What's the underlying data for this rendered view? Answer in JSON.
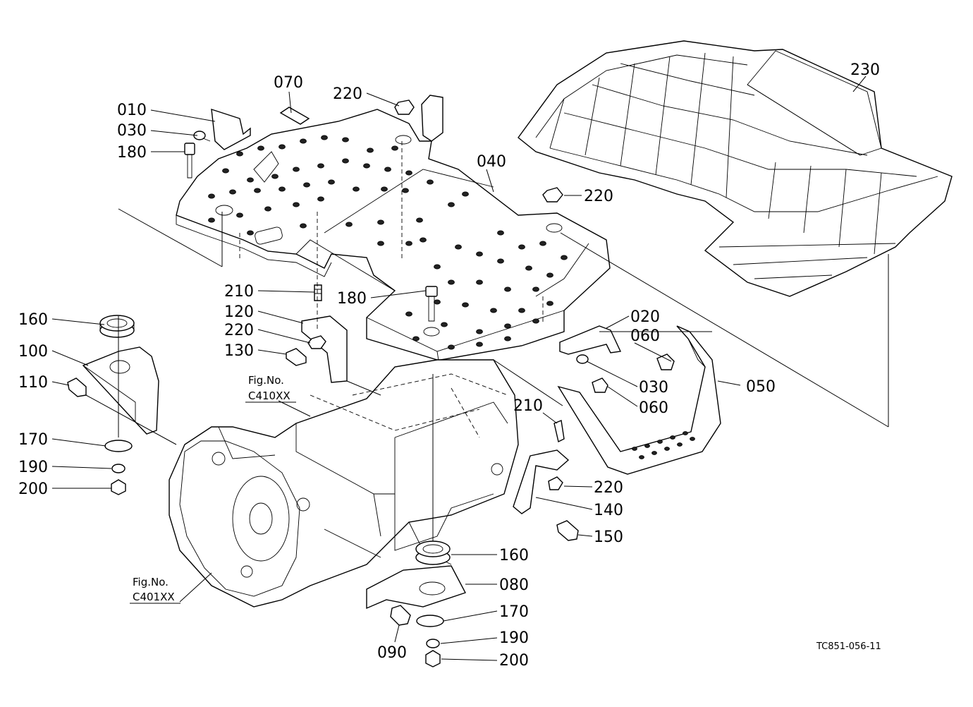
{
  "labels": {
    "p010": "010",
    "p030a": "030",
    "p180a": "180",
    "p070": "070",
    "p220a": "220",
    "p040": "040",
    "p230": "230",
    "p220b": "220",
    "p160a": "160",
    "p100": "100",
    "p110": "110",
    "p170a": "170",
    "p190a": "190",
    "p200a": "200",
    "p210a": "210",
    "p120": "120",
    "p220c": "220",
    "p130": "130",
    "p180b": "180",
    "p020": "020",
    "p060a": "060",
    "p030b": "030",
    "p060b": "060",
    "p050": "050",
    "p210b": "210",
    "p220d": "220",
    "p140": "140",
    "p150": "150",
    "p160b": "160",
    "p080": "080",
    "p170b": "170",
    "p190b": "190",
    "p200b": "200",
    "p090": "090"
  },
  "figure_refs": {
    "ref1_line1": "Fig.No.",
    "ref1_line2": "C410XX",
    "ref2_line1": "Fig.No.",
    "ref2_line2": "C401XX"
  },
  "drawing_code": "TC851-056-11"
}
